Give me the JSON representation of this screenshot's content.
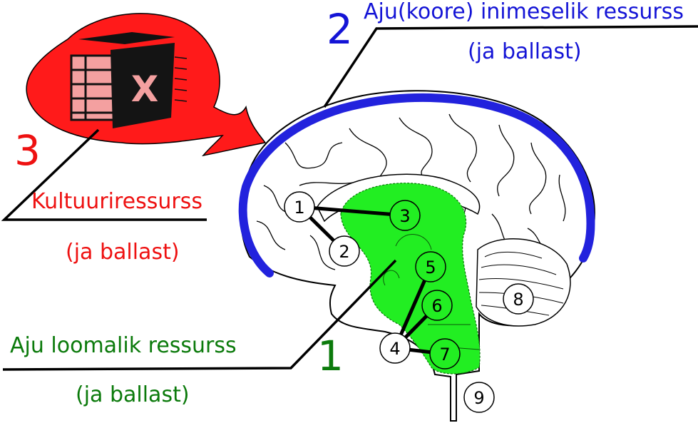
{
  "labels": {
    "cortex_num": "2",
    "cortex_title": "Aju(koore) inimeselik ressurss",
    "cortex_sub": "(ja ballast)",
    "culture_num": "3",
    "culture_title": "Kultuuriressurss",
    "culture_sub": "(ja ballast)",
    "animal_num": "1",
    "animal_title": "Aju loomalik ressurss",
    "animal_sub": "(ja ballast)"
  },
  "nodes": [
    "1",
    "2",
    "3",
    "4",
    "5",
    "6",
    "7",
    "8",
    "9"
  ],
  "icon": {
    "name": "excel-spreadsheet-icon",
    "glyph": "X"
  },
  "colors": {
    "cortex": "#1414d6",
    "culture": "#ee1111",
    "animal": "#0b7a0b",
    "limbic_fill": "#22ee22",
    "cortex_band": "#2222dd",
    "bubble_fill": "#ff1a1a",
    "line": "#000000"
  }
}
